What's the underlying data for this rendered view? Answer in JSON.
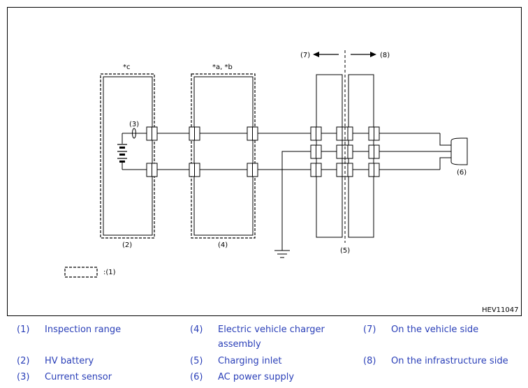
{
  "diagram": {
    "figure_code": "HEV11047",
    "notes": {
      "c": "*c",
      "ab": "*a, *b"
    },
    "callouts": {
      "inspection_range": "(1)",
      "hv_battery": "(2)",
      "current_sensor": "(3)",
      "charger_assembly": "(4)",
      "charging_inlet": "(5)",
      "ac_power_supply": "(6)",
      "vehicle_side": "(7)",
      "infrastructure_side": "(8)"
    },
    "legend_key_label": ":(1)"
  },
  "legend": [
    {
      "num": "(1)",
      "text": "Inspection range"
    },
    {
      "num": "(2)",
      "text": "HV battery"
    },
    {
      "num": "(3)",
      "text": "Current sensor"
    },
    {
      "num": "(4)",
      "text": "Electric vehicle charger assembly"
    },
    {
      "num": "(5)",
      "text": "Charging inlet"
    },
    {
      "num": "(6)",
      "text": "AC power supply"
    },
    {
      "num": "(7)",
      "text": "On the vehicle side"
    },
    {
      "num": "(8)",
      "text": "On the infrastructure side"
    }
  ]
}
